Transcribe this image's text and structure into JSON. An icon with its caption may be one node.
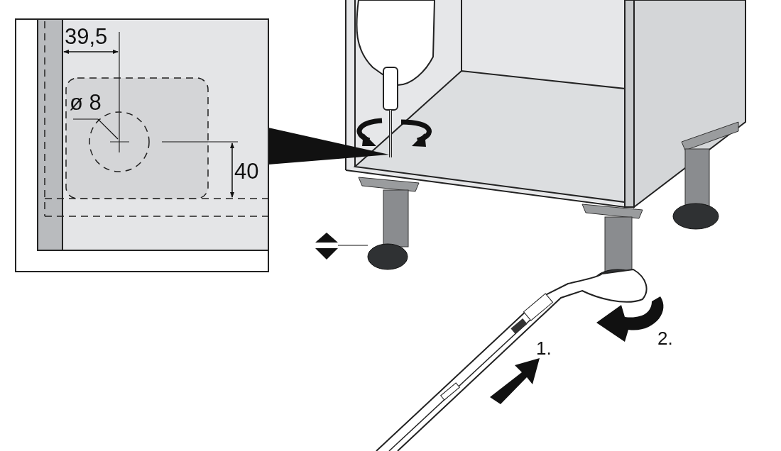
{
  "diagram": {
    "labels": [
      "39,5",
      "ø 8",
      "40",
      "1.",
      "2."
    ]
  }
}
